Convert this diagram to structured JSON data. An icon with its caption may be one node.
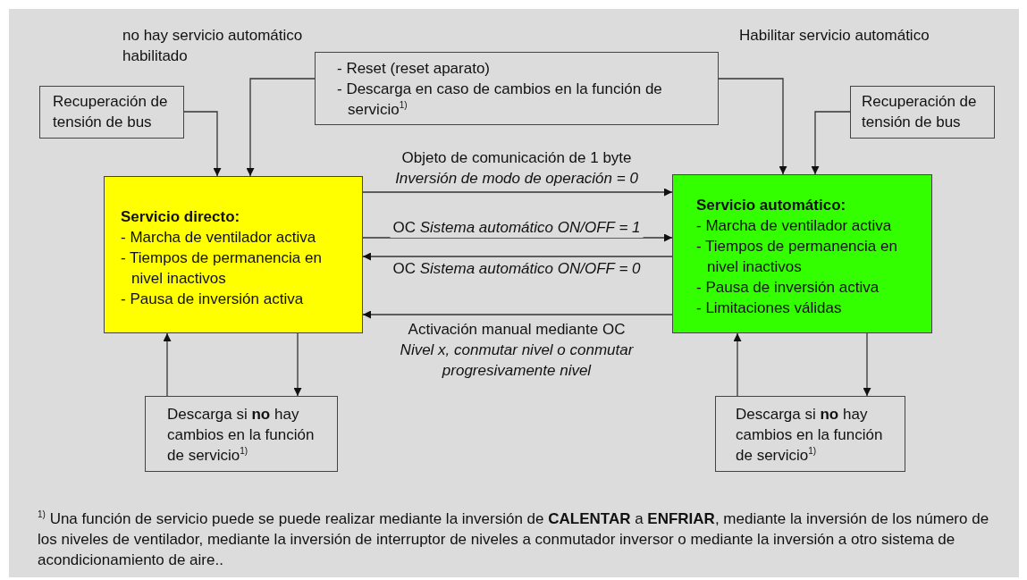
{
  "diagram": {
    "nodes": [
      {
        "text": [
          "Recuperación de tensión de bus"
        ]
      },
      {
        "text": [
          "- Reset (reset aparato)",
          "- Descarga en caso de cambios en la función de servicio$^{1)}$"
        ]
      },
      {
        "text": [
          "Recuperación de tensión de bus"
        ]
      },
      {
        "text": [
          "Servicio directo:",
          "- Marcha de ventilador activa",
          "- Tiempos de permanencia en nivel inactivos",
          "- Pausa de inversión activa"
        ]
      },
      {
        "text": [
          "Servicio automático:",
          "- Marcha de ventilador activa",
          "- Tiempos de permanencia en nivel inactivos",
          "- Pausa de inversión activa",
          "- Limitaciones válidas"
        ]
      },
      {
        "text": [
          "Descarga si **no** hay cambios en la función de servicio$^{1)}$"
        ]
      },
      {
        "text": [
          "Descarga si **no** hay cambios en la función de servicio$^{1)}$"
        ]
      }
    ],
    "edges": [
      {
        "from": 0,
        "to": 3,
        "arrow": "to"
      },
      {
        "from": 1,
        "to": 3,
        "arrow": "to"
      },
      {
        "from": 1,
        "to": 4,
        "arrow": "to"
      },
      {
        "from": 2,
        "to": 4,
        "arrow": "to"
      },
      {
        "from": 3,
        "to": 4,
        "arrow": "to",
        "label": "Objeto de comunicación de 1 byte *Inversión de modo de operación = 0*"
      },
      {
        "from": 3,
        "to": 4,
        "arrow": "to",
        "label": "OC *Sistema automático ON/OFF = 1*"
      },
      {
        "from": 4,
        "to": 3,
        "arrow": "to",
        "label": "OC *Sistema automático ON/OFF = 0*"
      },
      {
        "from": 4,
        "to": 3,
        "arrow": "to",
        "label": "Activación manual mediante OC *Nivel x, conmutar nivel o conmutar progresivamente nivel*"
      },
      {
        "from": 3,
        "to": 5,
        "arrow": "to"
      },
      {
        "from": 5,
        "to": 3,
        "arrow": "to"
      },
      {
        "from": 4,
        "to": 6,
        "arrow": "to"
      },
      {
        "from": 6,
        "to": 4,
        "arrow": "to"
      }
    ],
    "labels": [
      "no hay servicio automático habilitado",
      "Habilitar servicio automático",
      "$^{1)}$ Una función de servicio puede se puede realizar mediante la inversión de **CALENTAR** a **ENFRIAR**, mediante la inversión de los número de los niveles de ventilador, mediante la inversión de interruptor de niveles a conmutador inversor o mediante la inversión a otro sistema de acondicionamiento de aire.."
    ]
  }
}
